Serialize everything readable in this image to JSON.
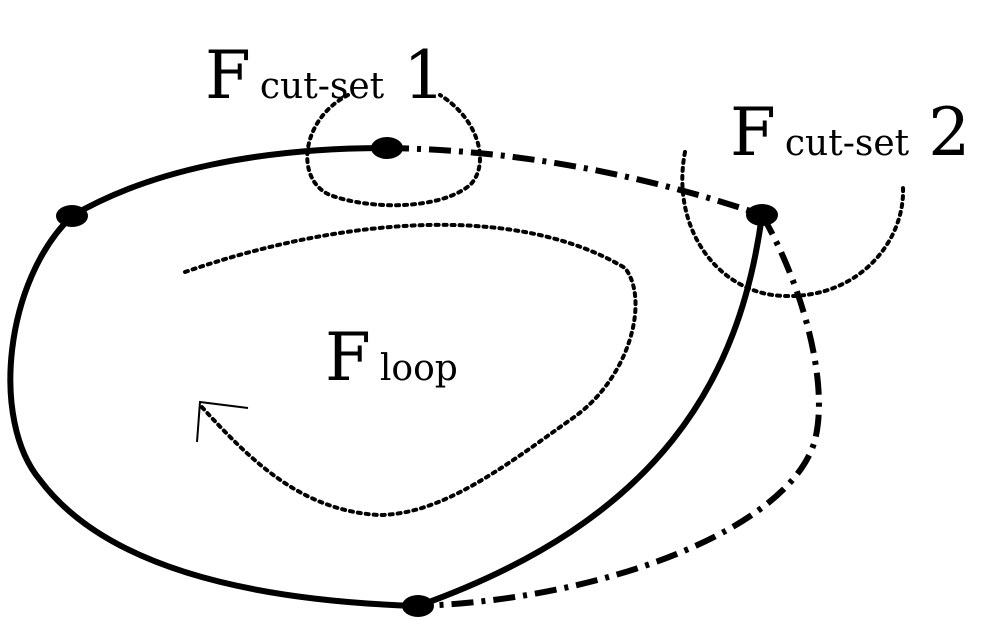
{
  "labels": {
    "cutset1": {
      "main": "F",
      "sub": "cut-set",
      "suffix": "1"
    },
    "cutset2": {
      "main": "F",
      "sub": "cut-set",
      "suffix": "2"
    },
    "loop": {
      "main": "F",
      "sub": "loop"
    }
  },
  "colors": {
    "stroke": "#000000",
    "background": "#ffffff"
  }
}
